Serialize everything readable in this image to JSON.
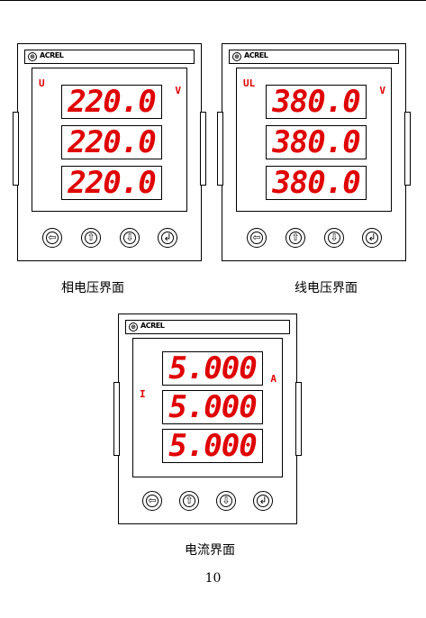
{
  "meters": [
    {
      "id": "phase-voltage",
      "logo": "ACREL",
      "unit_left": "U",
      "unit_right": "V",
      "readings": [
        "220.0",
        "220.0",
        "220.0"
      ],
      "buttons": [
        "⇦",
        "⇧",
        "⇩",
        "↲"
      ]
    },
    {
      "id": "line-voltage",
      "logo": "ACREL",
      "unit_left": "UL",
      "unit_right": "V",
      "readings": [
        "380.0",
        "380.0",
        "380.0"
      ],
      "buttons": [
        "⇦",
        "⇧",
        "⇩",
        "↲"
      ]
    },
    {
      "id": "current",
      "logo": "ACREL",
      "unit_left": "I",
      "unit_right": "A",
      "readings": [
        "5.000",
        "5.000",
        "5.000"
      ],
      "buttons": [
        "⇦",
        "⇧",
        "⇩",
        "↲"
      ]
    }
  ],
  "captions": {
    "phase_voltage": "相电压界面",
    "line_voltage": "线电压界面",
    "current": "电流界面"
  },
  "page_number": "10",
  "colors": {
    "display_red": "#e00000"
  }
}
